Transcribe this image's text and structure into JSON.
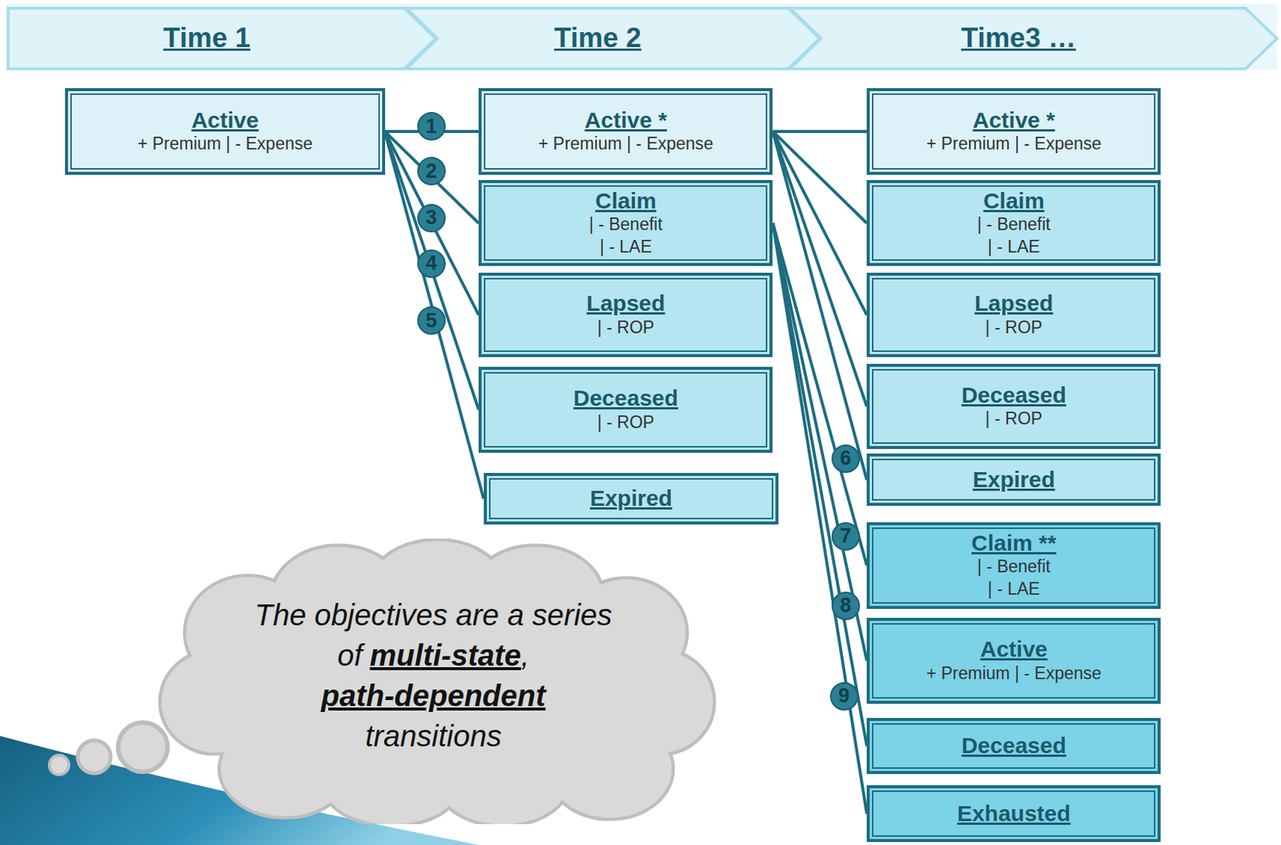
{
  "diagram": {
    "nodes": [
      {
        "text": [
          "Time 1"
        ]
      },
      {
        "text": [
          "Time 2"
        ]
      },
      {
        "text": [
          "Time3 …"
        ]
      },
      {
        "text": [
          "Active",
          "+ Premium | - Expense"
        ]
      },
      {
        "text": [
          "Active *",
          "+ Premium | - Expense"
        ]
      },
      {
        "text": [
          "Claim",
          "| - Benefit",
          "| - LAE"
        ]
      },
      {
        "text": [
          "Lapsed",
          "| - ROP"
        ]
      },
      {
        "text": [
          "Deceased",
          "| - ROP"
        ]
      },
      {
        "text": [
          "Expired"
        ]
      },
      {
        "text": [
          "Active *",
          "+ Premium | - Expense"
        ]
      },
      {
        "text": [
          "Claim",
          "| - Benefit",
          "| - LAE"
        ]
      },
      {
        "text": [
          "Lapsed",
          "| - ROP"
        ]
      },
      {
        "text": [
          "Deceased",
          "| - ROP"
        ]
      },
      {
        "text": [
          "Expired"
        ]
      },
      {
        "text": [
          "Claim **",
          "| - Benefit",
          "| - LAE"
        ]
      },
      {
        "text": [
          "Active",
          "+ Premium | - Expense"
        ]
      },
      {
        "text": [
          "Deceased"
        ]
      },
      {
        "text": [
          "Exhausted"
        ]
      },
      {
        "text": [
          "The objectives are a series of",
          "multi-state",
          ",",
          "path-dependent",
          "transitions"
        ]
      }
    ],
    "edges": [
      {
        "from": 3,
        "to": 4,
        "arrow": "none"
      },
      {
        "from": 3,
        "to": 5,
        "arrow": "none"
      },
      {
        "from": 3,
        "to": 6,
        "arrow": "none"
      },
      {
        "from": 3,
        "to": 7,
        "arrow": "none"
      },
      {
        "from": 3,
        "to": 8,
        "arrow": "none"
      },
      {
        "from": 4,
        "to": 9,
        "arrow": "none"
      },
      {
        "from": 4,
        "to": 10,
        "arrow": "none"
      },
      {
        "from": 4,
        "to": 11,
        "arrow": "none"
      },
      {
        "from": 4,
        "to": 12,
        "arrow": "none"
      },
      {
        "from": 4,
        "to": 13,
        "arrow": "none"
      },
      {
        "from": 5,
        "to": 14,
        "arrow": "none"
      },
      {
        "from": 5,
        "to": 15,
        "arrow": "none"
      },
      {
        "from": 5,
        "to": 16,
        "arrow": "none"
      },
      {
        "from": 5,
        "to": 17,
        "arrow": "none"
      }
    ],
    "labels": [
      "1",
      "2",
      "3",
      "4",
      "5",
      "6",
      "7",
      "8",
      "9"
    ]
  }
}
